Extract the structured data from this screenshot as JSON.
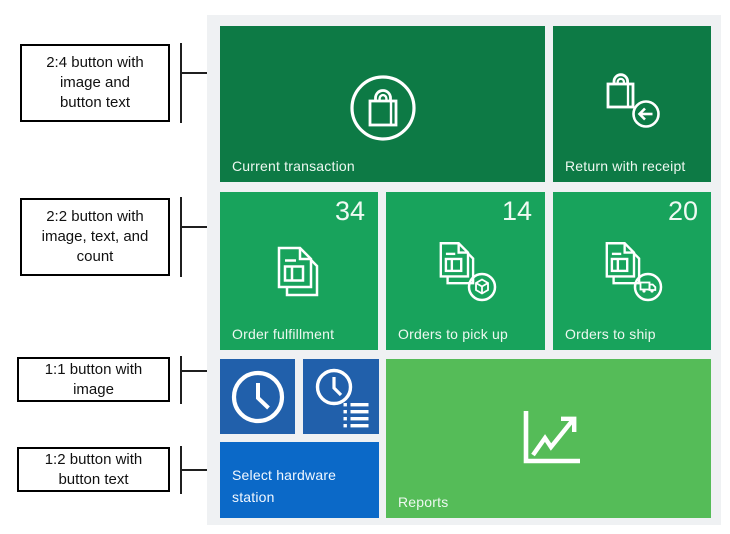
{
  "annotations": [
    {
      "lines": [
        "2:4 button with",
        "image and",
        "button text"
      ]
    },
    {
      "lines": [
        "2:2 button with",
        "image, text, and",
        "count"
      ]
    },
    {
      "lines": [
        "1:1 button with",
        "image"
      ]
    },
    {
      "lines": [
        "1:2 button with",
        "button text"
      ]
    }
  ],
  "tiles": {
    "current_transaction": {
      "label": "Current transaction",
      "icon": "shopping-bag-in-circle"
    },
    "return_with_receipt": {
      "label": "Return with receipt",
      "icon": "shopping-bag-with-return-arrow"
    },
    "order_fulfillment": {
      "label": "Order fulfillment",
      "count": "34",
      "icon": "stacked-order-documents"
    },
    "orders_to_pick_up": {
      "label": "Orders to pick up",
      "count": "14",
      "icon": "order-documents-with-package"
    },
    "orders_to_ship": {
      "label": "Orders to ship",
      "count": "20",
      "icon": "order-documents-with-truck"
    },
    "clock": {
      "icon": "clock"
    },
    "clock_list": {
      "icon": "clock-with-list"
    },
    "select_hardware_station": {
      "label": "Select hardware station"
    },
    "reports": {
      "label": "Reports",
      "icon": "trending-line-chart"
    }
  },
  "colors": {
    "panel_background": "#eff1f3",
    "tile_dark_green": "#0d7a45",
    "tile_medium_green": "#18a35c",
    "tile_light_green": "#55bc58",
    "tile_steel_blue": "#2160ab",
    "tile_bright_blue": "#0b69c8",
    "tile_text": "#ffffff",
    "annotation_text": "#000000"
  }
}
